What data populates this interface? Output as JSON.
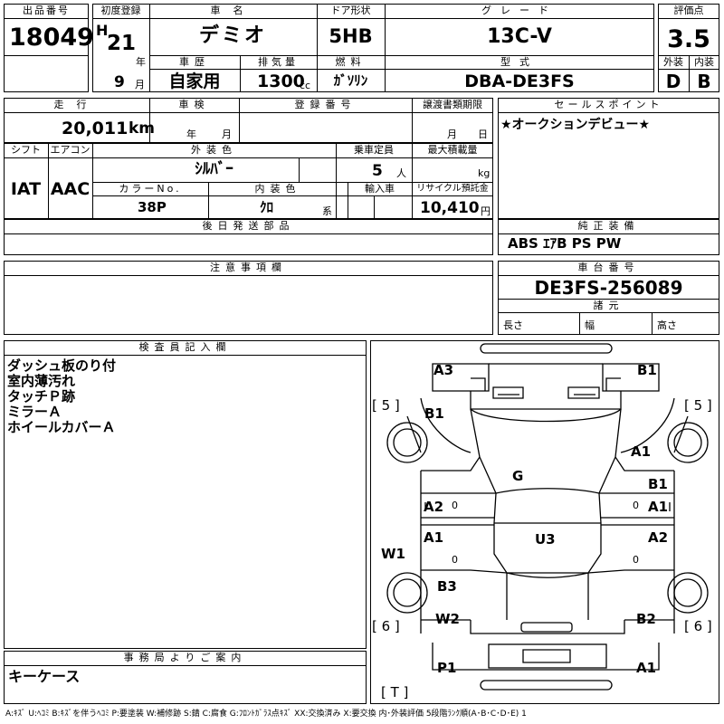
{
  "header": {
    "lot_label": "出品番号",
    "lot_number": "18049",
    "first_reg_label": "初度登録",
    "era": "H",
    "year": "21",
    "year_unit": "年",
    "month": "9",
    "month_unit": "月",
    "car_name_label": "車名",
    "car_name": "デミオ",
    "door_label": "ドア形状",
    "door_type": "5HB",
    "grade_label": "グレード",
    "grade": "13C-V",
    "score_label": "評価点",
    "score": "3.5",
    "history_label": "車歴",
    "history": "自家用",
    "displacement_label": "排気量",
    "displacement": "1300",
    "displacement_unit": "cc",
    "fuel_label": "燃料",
    "fuel": "ｶﾞｿﾘﾝ",
    "model_label": "型式",
    "model": "DBA-DE3FS",
    "exterior_label": "外装",
    "exterior_grade": "D",
    "interior_label": "内装",
    "interior_grade": "B"
  },
  "row2": {
    "mileage_label": "走行",
    "mileage": "20,011",
    "mileage_unit": "km",
    "inspection_label": "車検",
    "insp_year_unit": "年",
    "insp_month_unit": "月",
    "reg_label": "登録番号",
    "transfer_label": "譲渡書類期限",
    "transfer_month_unit": "月",
    "transfer_day_unit": "日",
    "sales_label": "セールスポイント",
    "sales_point": "★オークションデビュー★"
  },
  "row3": {
    "shift_label": "シフト",
    "shift": "IAT",
    "ac_label": "エアコン",
    "ac": "AAC",
    "color_label": "外装色",
    "color": "ｼﾙﾊﾞｰ",
    "seating_label": "乗車定員",
    "seating": "5",
    "seating_unit": "人",
    "load_label": "最大積載量",
    "load_unit": "kg",
    "color_no_label": "カラーNo.",
    "color_no": "38P",
    "interior_color_label": "内装色",
    "interior_color": "ｸﾛ",
    "interior_color_unit": "系",
    "import_label": "輸入車",
    "recycle_label": "リサイクル預託金",
    "recycle": "10,410",
    "recycle_unit": "円",
    "later_parts_label": "後日発送部品",
    "equipment_label": "純正装備",
    "equipment": "ABS ｴｱB PS PW"
  },
  "notes_row": {
    "caution_label": "注意事項欄",
    "chassis_label": "車台番号",
    "chassis_number": "DE3FS-256089",
    "specs_label": "諸元",
    "length_label": "長さ",
    "width_label": "幅",
    "height_label": "高さ"
  },
  "inspector": {
    "label": "検査員記入欄",
    "notes": [
      "ダッシュ板のり付",
      "室内薄汚れ",
      "タッチＰ跡",
      "ミラーＡ",
      "ホイールカバーＡ"
    ]
  },
  "office": {
    "label": "事務局よりご案内",
    "note": "キーケース"
  },
  "diagram": {
    "marks": {
      "a3": "A3",
      "b1_top": "B1",
      "b1_left": "B1",
      "a1_rf": "A1",
      "g": "G",
      "b1_right": "B1",
      "a2_left": "A2",
      "a1_right": "A1",
      "a1_left": "A1",
      "u3": "U3",
      "a2_right": "A2",
      "w1": "W1",
      "b3": "B3",
      "w2": "W2",
      "b2": "B2",
      "p1": "P1",
      "a1_bottom": "A1"
    },
    "zeros": [
      "0",
      "0",
      "0",
      "0"
    ],
    "tire_fl": "[ 5 ]",
    "tire_fr": "[ 5 ]",
    "tire_rl": "[ 6 ]",
    "tire_rr": "[ 6 ]",
    "spare": "[ T ]"
  },
  "legend": "A:ｷｽﾞ U:ﾍｺﾐ B:ｷｽﾞを伴うﾍｺﾐ P:要塗装 W:補修跡 S:錆 C:腐食 G:ﾌﾛﾝﾄｶﾞﾗｽ点ｷｽﾞ XX:交換済み X:要交換 内･外装評価 5段階ﾗﾝｸ順(A･B･C･D･E) 1"
}
